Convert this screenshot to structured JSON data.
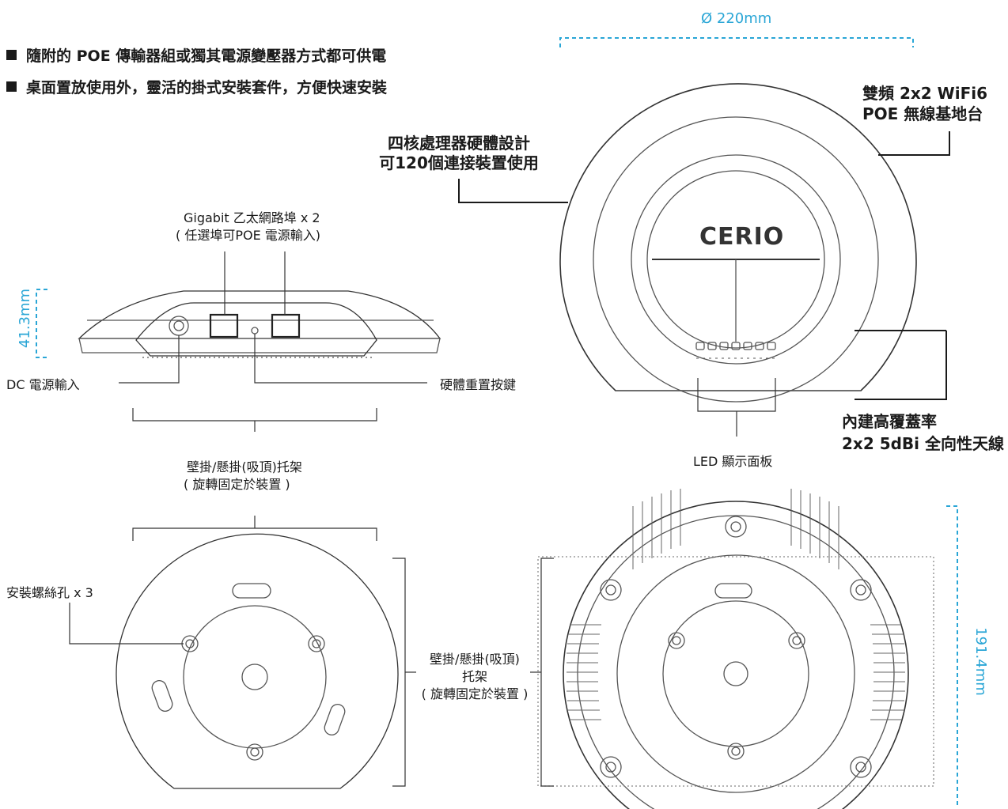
{
  "bullets": [
    "隨附的 POE 傳輸器組或獨其電源變壓器方式都可供電",
    "桌面置放使用外，靈活的掛式安裝套件，方便快速安裝"
  ],
  "dimensions": {
    "diameter": "Ø 220mm",
    "height": "41.3mm",
    "depth": "191.4mm"
  },
  "callouts": {
    "product_line1": "雙頻 2x2 WiFi6",
    "product_line2": "POE 無線基地台",
    "cpu_line1": "四核處理器硬體設計",
    "cpu_line2": "可120個連接裝置使用",
    "ports_line1": "Gigabit 乙太網路埠 x 2",
    "ports_line2": "( 任選埠可POE 電源輸入)",
    "dc_input": "DC 電源輸入",
    "reset": "硬體重置按鍵",
    "bracket_top_line1": "壁掛/懸掛(吸頂)托架",
    "bracket_top_line2": "( 旋轉固定於裝置 )",
    "led_panel": "LED 顯示面板",
    "antenna_line1": "內建高覆蓋率",
    "antenna_line2": "2x2 5dBi 全向性天線",
    "screw_holes": "安裝螺絲孔  x 3",
    "bracket_mid_line1": "壁掛/懸掛(吸頂)",
    "bracket_mid_line2": "托架",
    "bracket_mid_line3": "( 旋轉固定於裝置 )"
  },
  "logo_text": "CERIO",
  "colors": {
    "dimension": "#2aa6d6",
    "line": "#1a1a1a",
    "drawing": "#555555"
  }
}
